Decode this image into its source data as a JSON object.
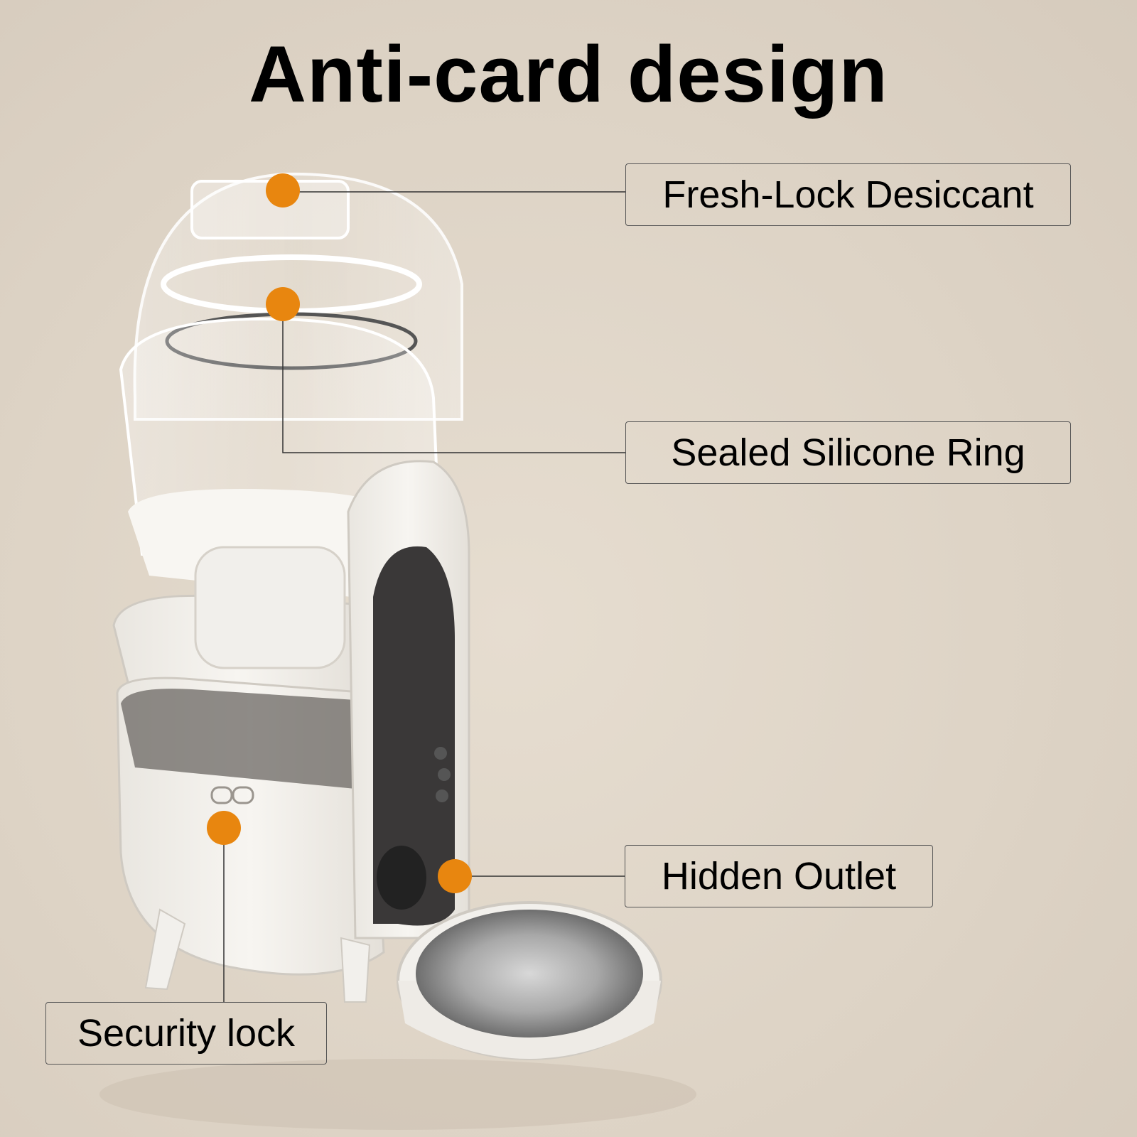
{
  "title": "Anti-card design",
  "callouts": {
    "fresh_lock": "Fresh-Lock Desiccant",
    "silicone_ring": "Sealed Silicone Ring",
    "hidden_outlet": "Hidden Outlet",
    "security_lock": "Security lock"
  },
  "colors": {
    "background": "#ddd3c5",
    "marker": "#e8860f",
    "device_body": "#f4f2ee",
    "dark_panel": "#3a3838"
  },
  "icons": [
    "marker-dot",
    "product-illustration"
  ]
}
